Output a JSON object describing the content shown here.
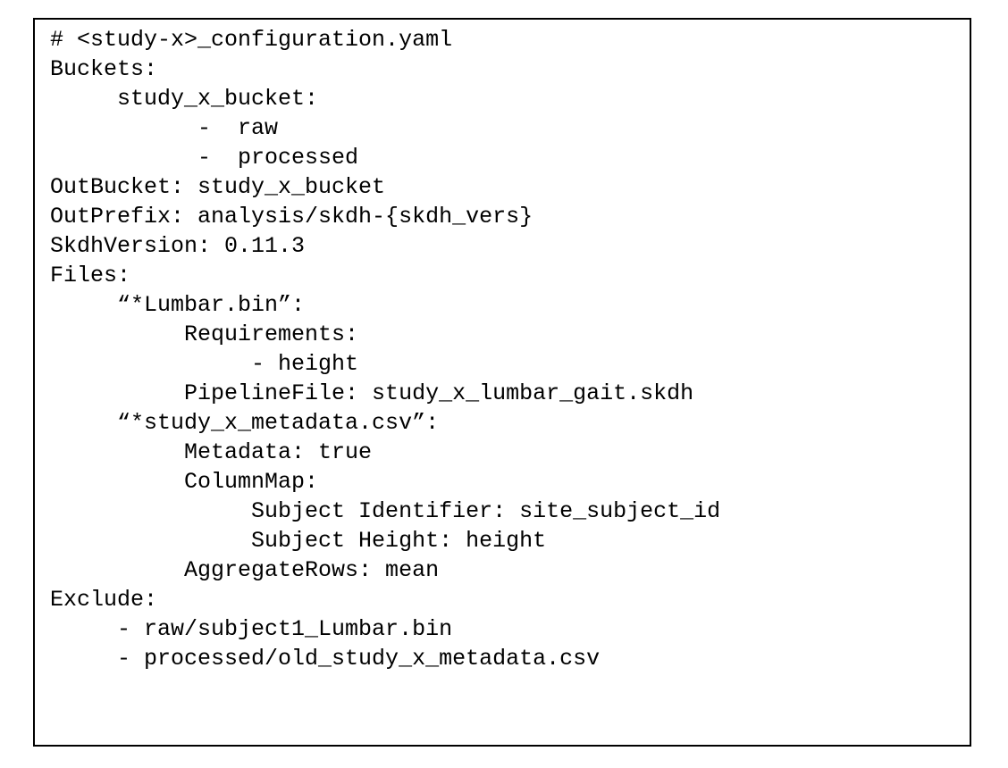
{
  "page": {
    "background_color": "#ffffff",
    "border_color": "#000000",
    "text_color": "#000000"
  },
  "code_block": {
    "language": "yaml",
    "lines": [
      "# <study-x>_configuration.yaml",
      "Buckets:",
      "     study_x_bucket:",
      "           -  raw",
      "           -  processed",
      "OutBucket: study_x_bucket",
      "OutPrefix: analysis/skdh-{skdh_vers}",
      "SkdhVersion: 0.11.3",
      "Files:",
      "     “*Lumbar.bin”:",
      "          Requirements:",
      "               - height",
      "          PipelineFile: study_x_lumbar_gait.skdh",
      "     “*study_x_metadata.csv”:",
      "          Metadata: true",
      "          ColumnMap:",
      "               Subject Identifier: site_subject_id",
      "               Subject Height: height",
      "          AggregateRows: mean",
      "Exclude:",
      "     - raw/subject1_Lumbar.bin",
      "     - processed/old_study_x_metadata.csv"
    ]
  }
}
